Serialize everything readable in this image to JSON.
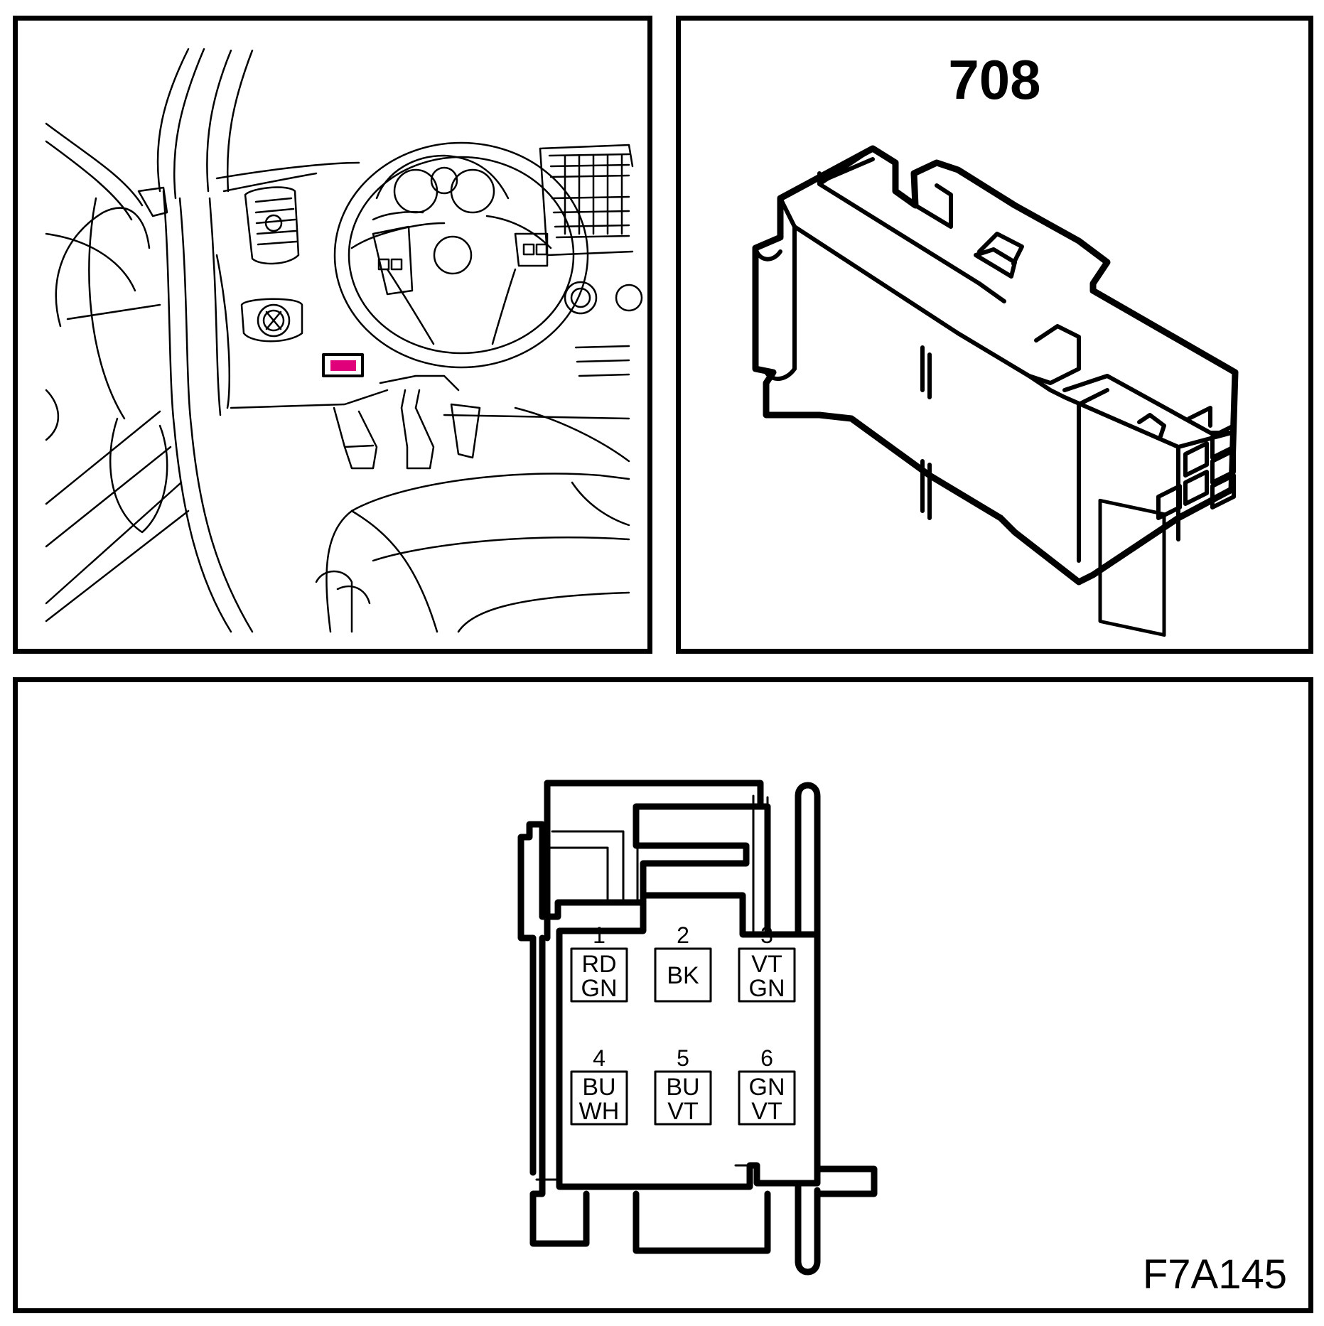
{
  "connector": {
    "number": "708"
  },
  "location": {
    "highlight_color": "#e0007a"
  },
  "pinout": {
    "pins": [
      {
        "number": "1",
        "colors": [
          "RD",
          "GN"
        ]
      },
      {
        "number": "2",
        "colors": [
          "BK"
        ]
      },
      {
        "number": "3",
        "colors": [
          "VT",
          "GN"
        ]
      },
      {
        "number": "4",
        "colors": [
          "BU",
          "WH"
        ]
      },
      {
        "number": "5",
        "colors": [
          "BU",
          "VT"
        ]
      },
      {
        "number": "6",
        "colors": [
          "GN",
          "VT"
        ]
      }
    ]
  },
  "figure_code": "F7A145"
}
